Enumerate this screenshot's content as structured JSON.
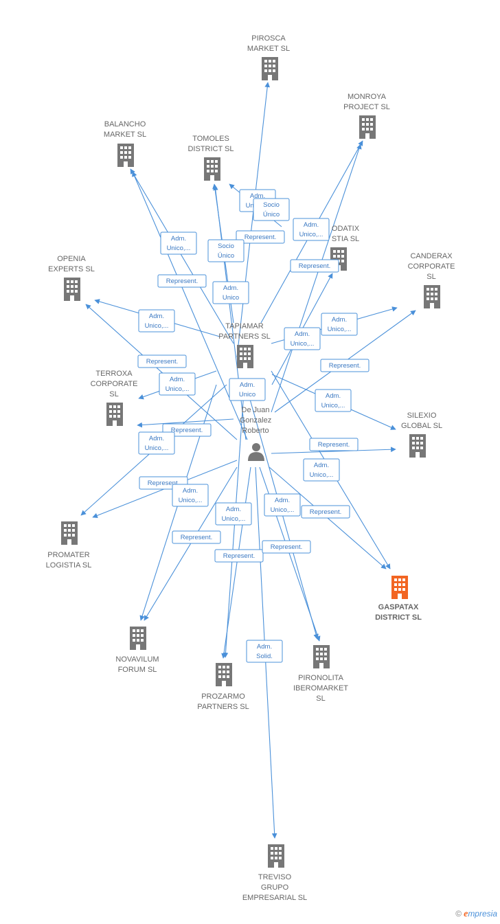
{
  "colors": {
    "edge": "#4a90d9",
    "building": "#777777",
    "highlight": "#f26522",
    "person": "#777777"
  },
  "nodes": [
    {
      "id": "pirosca",
      "type": "company",
      "lines": [
        "PIROSCA",
        "MARKET  SL"
      ]
    },
    {
      "id": "monroya",
      "type": "company",
      "lines": [
        "MONROYA",
        "PROJECT  SL"
      ]
    },
    {
      "id": "balancho",
      "type": "company",
      "lines": [
        "BALANCHO",
        "MARKET  SL"
      ]
    },
    {
      "id": "tomoles",
      "type": "company",
      "lines": [
        "TOMOLES",
        "DISTRICT  SL"
      ]
    },
    {
      "id": "odatix",
      "type": "company",
      "lines": [
        "ODATIX",
        "STIA  SL"
      ]
    },
    {
      "id": "canderax",
      "type": "company",
      "lines": [
        "CANDERAX",
        "CORPORATE",
        "SL"
      ]
    },
    {
      "id": "openia",
      "type": "company",
      "lines": [
        "OPENIA",
        "EXPERTS  SL"
      ]
    },
    {
      "id": "tapiamar",
      "type": "company",
      "lines": [
        "TAPIAMAR",
        "PARTNERS  SL"
      ]
    },
    {
      "id": "terroxa",
      "type": "company",
      "lines": [
        "TERROXA",
        "CORPORATE",
        "SL"
      ]
    },
    {
      "id": "person",
      "type": "person",
      "lines": [
        "De Juan",
        "Gonzalez",
        "Roberto"
      ]
    },
    {
      "id": "silexio",
      "type": "company",
      "lines": [
        "SILEXIO",
        "GLOBAL  SL"
      ]
    },
    {
      "id": "promater",
      "type": "company",
      "lines": [
        "PROMATER",
        "LOGISTIA  SL"
      ]
    },
    {
      "id": "gaspatax",
      "type": "company",
      "highlight": true,
      "lines": [
        "GASPATAX",
        "DISTRICT  SL"
      ]
    },
    {
      "id": "novavilum",
      "type": "company",
      "lines": [
        "NOVAVILUM",
        "FORUM  SL"
      ]
    },
    {
      "id": "prozarmo",
      "type": "company",
      "lines": [
        "PROZARMO",
        "PARTNERS  SL"
      ]
    },
    {
      "id": "pironolita",
      "type": "company",
      "lines": [
        "PIRONOLITA",
        "IBEROMARKET",
        "SL"
      ]
    },
    {
      "id": "treviso",
      "type": "company",
      "lines": [
        "TREVISO",
        "GRUPO",
        "EMPRESARIAL SL"
      ]
    }
  ],
  "edge_labels": [
    {
      "id": "l1",
      "lines": [
        "Adm.",
        "Unico,..."
      ]
    },
    {
      "id": "l2",
      "lines": [
        "Socio",
        "Único"
      ]
    },
    {
      "id": "l3",
      "lines": [
        "Represent."
      ]
    },
    {
      "id": "l4",
      "lines": [
        "Adm.",
        "Unico,..."
      ]
    },
    {
      "id": "l5",
      "lines": [
        "Socio",
        "Único"
      ]
    },
    {
      "id": "l6",
      "lines": [
        "Adm.",
        "Unico,..."
      ]
    },
    {
      "id": "l7",
      "lines": [
        "Represent."
      ]
    },
    {
      "id": "l8",
      "lines": [
        "Represent."
      ]
    },
    {
      "id": "l9",
      "lines": [
        "Adm.",
        "Unico"
      ]
    },
    {
      "id": "l10",
      "lines": [
        "Adm.",
        "Unico,..."
      ]
    },
    {
      "id": "l11",
      "lines": [
        "Adm.",
        "Unico,..."
      ]
    },
    {
      "id": "l12",
      "lines": [
        "Adm.",
        "Unico,..."
      ]
    },
    {
      "id": "l13",
      "lines": [
        "Represent."
      ]
    },
    {
      "id": "l14",
      "lines": [
        "Represent."
      ]
    },
    {
      "id": "l15",
      "lines": [
        "Adm.",
        "Unico,..."
      ]
    },
    {
      "id": "l16",
      "lines": [
        "Adm.",
        "Unico"
      ]
    },
    {
      "id": "l17",
      "lines": [
        "Adm.",
        "Unico,..."
      ]
    },
    {
      "id": "l18",
      "lines": [
        "Represent."
      ]
    },
    {
      "id": "l19",
      "lines": [
        "Represent."
      ]
    },
    {
      "id": "l20",
      "lines": [
        "Adm.",
        "Unico,..."
      ]
    },
    {
      "id": "l21",
      "lines": [
        "Adm.",
        "Unico,..."
      ]
    },
    {
      "id": "l22",
      "lines": [
        "Represent."
      ]
    },
    {
      "id": "l23",
      "lines": [
        "Adm.",
        "Unico,..."
      ]
    },
    {
      "id": "l24",
      "lines": [
        "Adm.",
        "Unico,..."
      ]
    },
    {
      "id": "l25",
      "lines": [
        "Adm.",
        "Unico,..."
      ]
    },
    {
      "id": "l26",
      "lines": [
        "Represent."
      ]
    },
    {
      "id": "l27",
      "lines": [
        "Represent."
      ]
    },
    {
      "id": "l28",
      "lines": [
        "Represent."
      ]
    },
    {
      "id": "l29",
      "lines": [
        "Represent."
      ]
    },
    {
      "id": "l30",
      "lines": [
        "Adm.",
        "Solid."
      ]
    }
  ],
  "footer": {
    "copyright": "©",
    "brand_initial": "e",
    "brand_rest": "mpresia"
  }
}
